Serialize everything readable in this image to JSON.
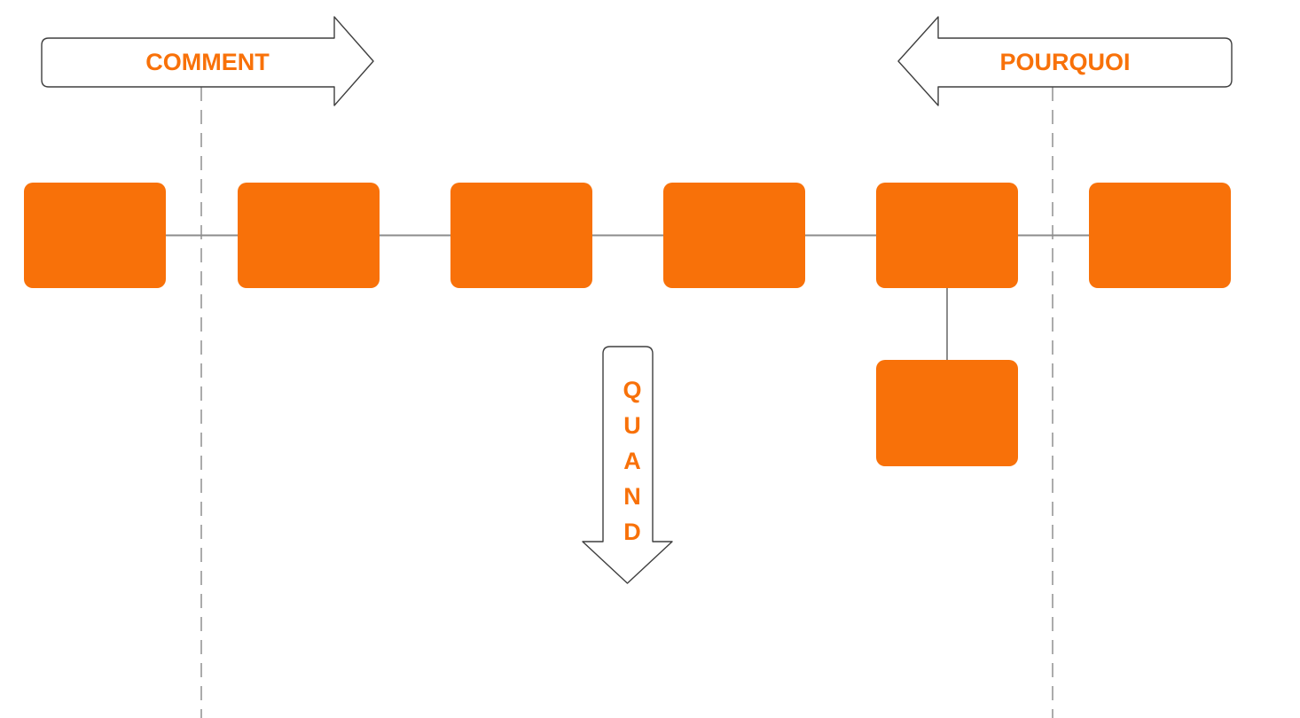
{
  "labels": {
    "comment": "COMMENT",
    "pourquoi": "POURQUOI",
    "quand": "QUAND"
  },
  "colors": {
    "accent": "#F87109",
    "connector": "#8C8C8C",
    "guide": "#ABABAB",
    "outline": "#3F3F3F",
    "background": "#FFFFFF"
  },
  "shapes": {
    "main_box_count": 6,
    "detail_box_count": 1,
    "arrow_count": 3,
    "guide_line_count": 2
  }
}
